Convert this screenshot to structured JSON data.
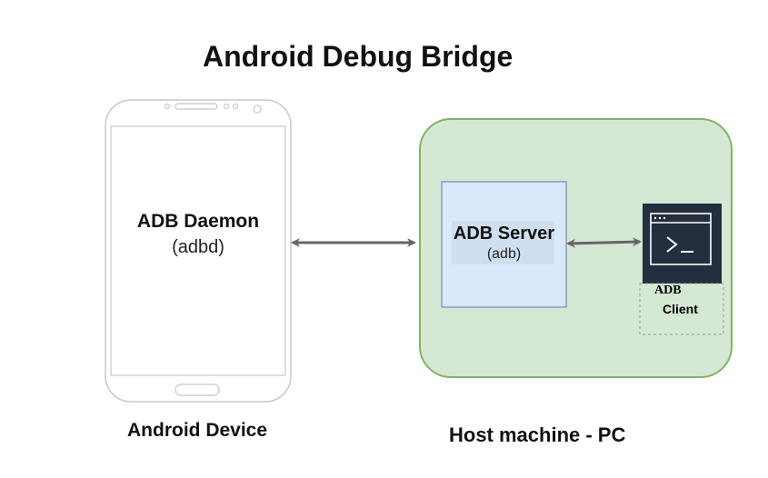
{
  "title": "Android Debug Bridge",
  "device": {
    "label": "Android Device",
    "daemon_title": "ADB Daemon",
    "daemon_sub": "(adbd)"
  },
  "host": {
    "label": "Host machine - PC",
    "server_title": "ADB Server",
    "server_sub": "(adb)",
    "client_line1": "ADB",
    "client_line2": "Client"
  },
  "colors": {
    "host_fill": "#d5e8d4",
    "host_border": "#82b366",
    "server_fill": "#dae8fc",
    "server_border": "#6c8ebf",
    "terminal_bg": "#232f3e",
    "arrow": "#666666"
  },
  "icons": [
    "terminal-icon"
  ]
}
